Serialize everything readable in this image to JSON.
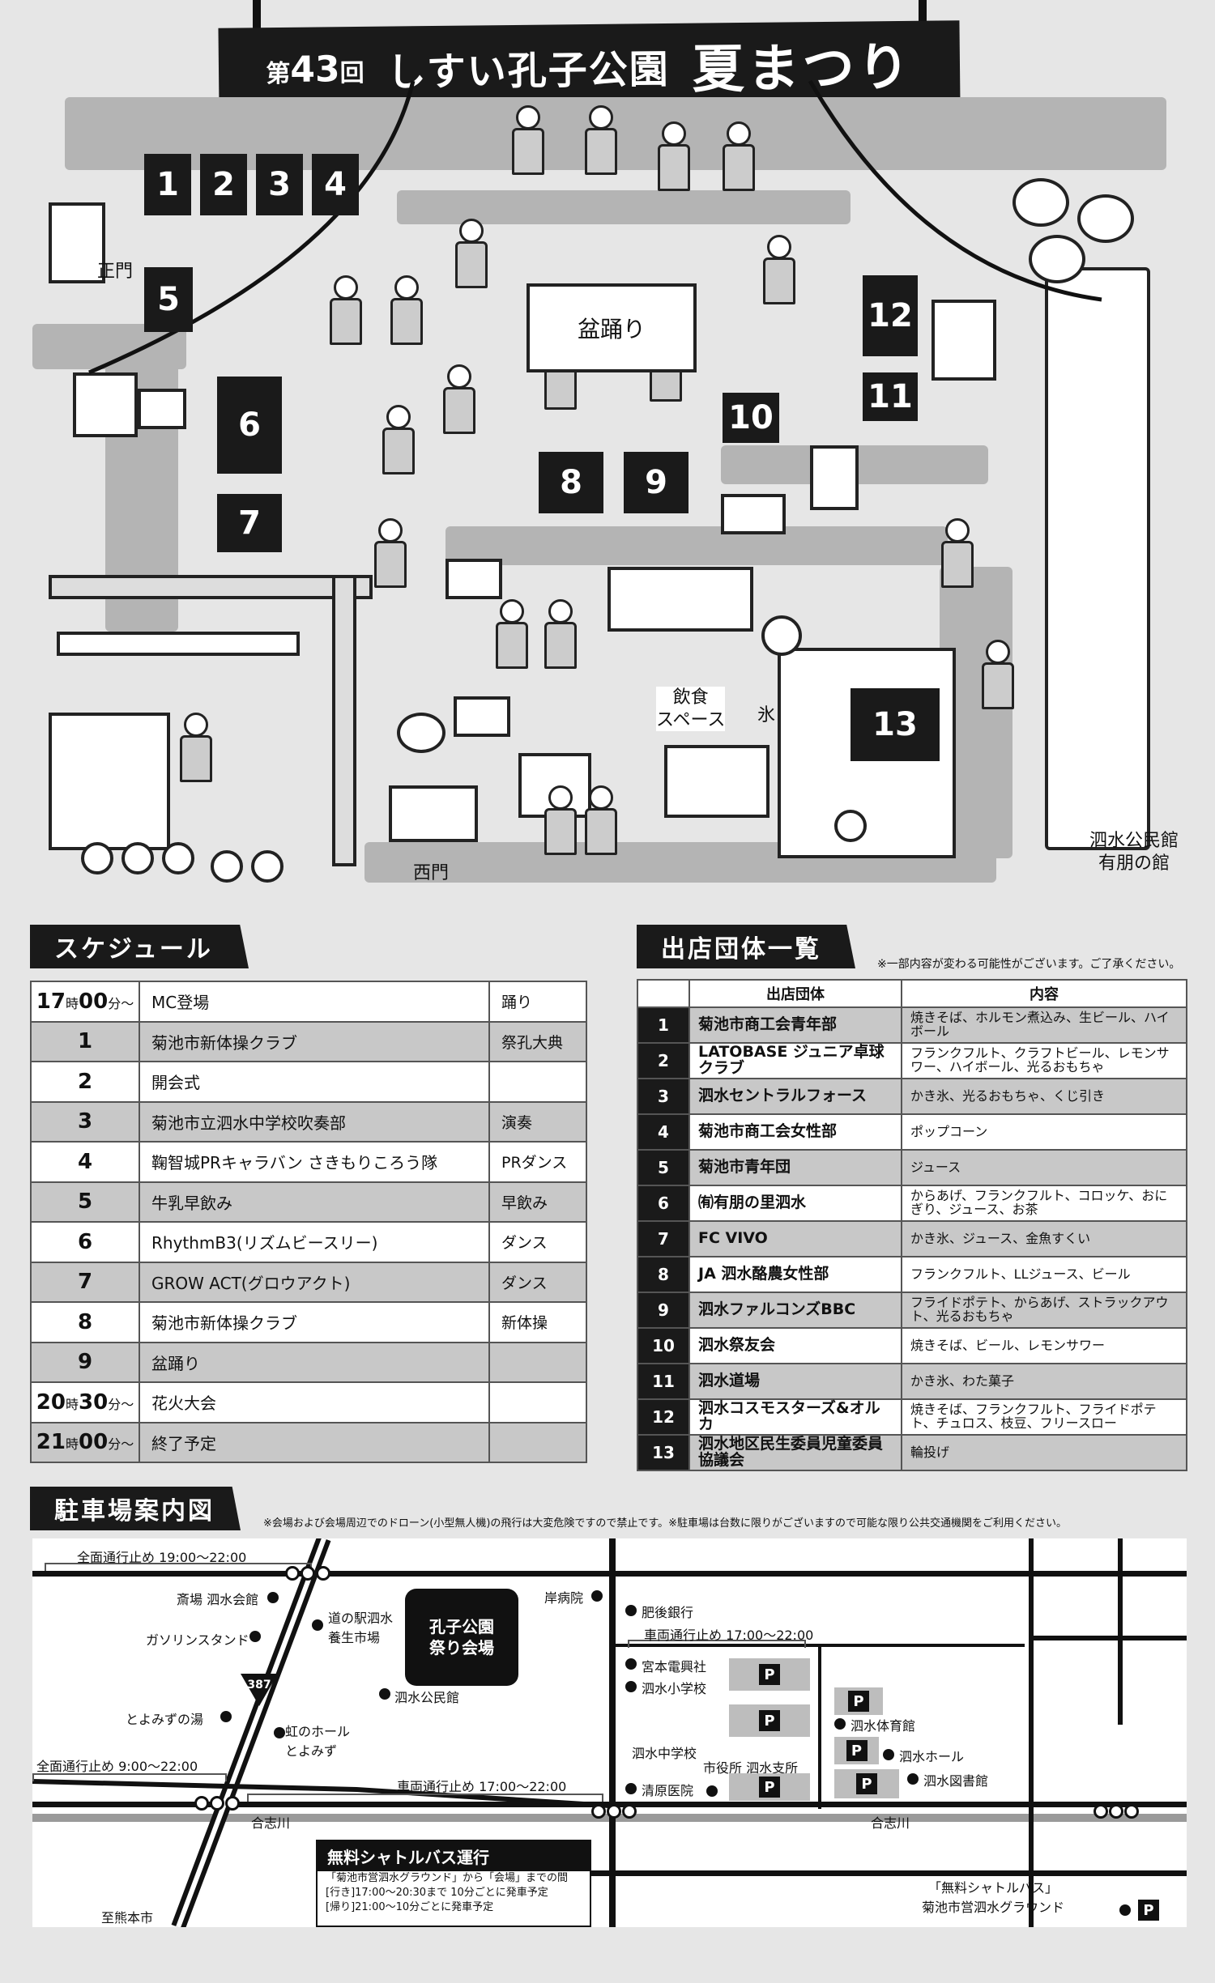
{
  "title": {
    "edition_prefix": "第",
    "edition_number": "43",
    "edition_suffix": "回",
    "park_name": "しすい孔子公園",
    "festival": "夏まつり"
  },
  "map": {
    "blocks": [
      "1",
      "2",
      "3",
      "4",
      "5",
      "6",
      "7",
      "8",
      "9",
      "10",
      "11",
      "12",
      "13"
    ],
    "labels": {
      "main_gate": "正門",
      "west_gate": "西門",
      "bon_odori": "盆踊り",
      "food_space": "飲食\nスペース",
      "ice": "氷",
      "kominkan": "泗水公民館\n有朋の館"
    }
  },
  "schedule": {
    "header": "スケジュール",
    "rows": [
      {
        "time_h": "17",
        "time_unit_h": "時",
        "time_m": "00",
        "time_unit_m": "分～",
        "program": "MC登場",
        "category": "踊り"
      },
      {
        "time": "1",
        "program": "菊池市新体操クラブ",
        "category": "祭孔大典"
      },
      {
        "time": "2",
        "program": "開会式",
        "category": ""
      },
      {
        "time": "3",
        "program": "菊池市立泗水中学校吹奏部",
        "category": "演奏"
      },
      {
        "time": "4",
        "program": "鞠智城PRキャラバン さきもりころう隊",
        "category": "PRダンス"
      },
      {
        "time": "5",
        "program": "牛乳早飲み",
        "category": "早飲み"
      },
      {
        "time": "6",
        "program": "RhythmB3(リズムビースリー)",
        "category": "ダンス"
      },
      {
        "time": "7",
        "program": "GROW ACT(グロウアクト)",
        "category": "ダンス"
      },
      {
        "time": "8",
        "program": "菊池市新体操クラブ",
        "category": "新体操"
      },
      {
        "time": "9",
        "program": "盆踊り",
        "category": ""
      },
      {
        "time_h": "20",
        "time_unit_h": "時",
        "time_m": "30",
        "time_unit_m": "分～",
        "program": "花火大会",
        "category": ""
      },
      {
        "time_h": "21",
        "time_unit_h": "時",
        "time_m": "00",
        "time_unit_m": "分～",
        "program": "終了予定",
        "category": ""
      }
    ]
  },
  "vendors": {
    "header": "出店団体一覧",
    "note": "※一部内容が変わる可能性がございます。ご了承ください。",
    "col_group": "出店団体",
    "col_items": "内容",
    "rows": [
      {
        "no": "1",
        "group": "菊池市商工会青年部",
        "items": "焼きそば、ホルモン煮込み、生ビール、ハイボール"
      },
      {
        "no": "2",
        "group": "LATOBASE ジュニア卓球クラブ",
        "items": "フランクフルト、クラフトビール、レモンサワー、ハイボール、光るおもちゃ"
      },
      {
        "no": "3",
        "group": "泗水セントラルフォース",
        "items": "かき氷、光るおもちゃ、くじ引き"
      },
      {
        "no": "4",
        "group": "菊池市商工会女性部",
        "items": "ポップコーン"
      },
      {
        "no": "5",
        "group": "菊池市青年団",
        "items": "ジュース"
      },
      {
        "no": "6",
        "group": "㈲有朋の里泗水",
        "items": "からあげ、フランクフルト、コロッケ、おにぎり、ジュース、お茶"
      },
      {
        "no": "7",
        "group": "FC VIVO",
        "items": "かき氷、ジュース、金魚すくい"
      },
      {
        "no": "8",
        "group": "JA 泗水酪農女性部",
        "items": "フランクフルト、LLジュース、ビール"
      },
      {
        "no": "9",
        "group": "泗水ファルコンズBBC",
        "items": "フライドポテト、からあげ、ストラックアウト、光るおもちゃ"
      },
      {
        "no": "10",
        "group": "泗水祭友会",
        "items": "焼きそば、ビール、レモンサワー"
      },
      {
        "no": "11",
        "group": "泗水道場",
        "items": "かき氷、わた菓子"
      },
      {
        "no": "12",
        "group": "泗水コスモスターズ&オルカ",
        "items": "焼きそば、フランクフルト、フライドポテト、チュロス、枝豆、フリースロー"
      },
      {
        "no": "13",
        "group": "泗水地区民生委員児童委員協議会",
        "items": "輪投げ"
      }
    ]
  },
  "parking": {
    "header": "駐車場案内図",
    "note": "※会場および会場周辺でのドローン(小型無人機)の飛行は大変危険ですので禁止です。※駐車場は台数に限りがございますので可能な限り公共交通機関をご利用ください。",
    "closure_top": "全面通行止め 19:00～22:00",
    "closure_left": "全面通行止め 9:00～22:00",
    "closure_mid": "車両通行止め 17:00～22:00",
    "closure_right": "車両通行止め 17:00～22:00",
    "venue": "孔子公園\n祭り会場",
    "route_no": "387",
    "river": "合志川",
    "to_kumamoto": "至熊本市",
    "p": "P",
    "places": {
      "saijo": "斎場 泗水会館",
      "gas": "ガソリンスタンド",
      "michinoeki": "道の駅泗水\n養生市場",
      "kishi": "岸病院",
      "higo": "肥後銀行",
      "kominkan": "泗水公民館",
      "miyamoto": "宮本電興社",
      "shisui_es": "泗水小学校",
      "toyomizu": "とよみずの湯",
      "niji": "虹のホール\nとよみず",
      "shisui_jhs": "泗水中学校",
      "shiyakusho": "市役所 泗水支所",
      "seihara": "清原医院",
      "gym": "泗水体育館",
      "hall": "泗水ホール",
      "library": "泗水図書館",
      "shuttle_stop": "「無料シャトルバス」\n菊池市営泗水グラウンド"
    },
    "shuttle": {
      "title": "無料シャトルバス運行",
      "line1": "「菊池市営泗水グラウンド」から「会場」までの間",
      "line2": "[行き]17:00～20:30まで 10分ごとに発車予定",
      "line3": "[帰り]21:00～10分ごとに発車予定"
    }
  }
}
